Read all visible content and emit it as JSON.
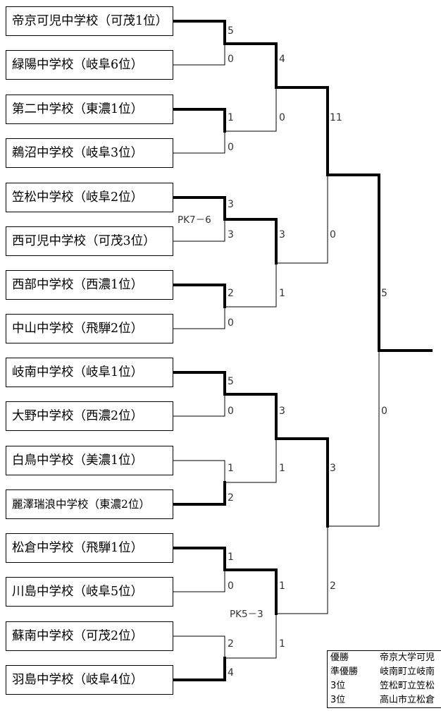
{
  "teams": [
    "帝京可児中学校（可茂1位）",
    "緑陽中学校（岐阜6位）",
    "第二中学校（東濃1位）",
    "鵜沼中学校（岐阜3位）",
    "笠松中学校（岐阜2位）",
    "西可児中学校（可茂3位）",
    "西部中学校（西濃1位）",
    "中山中学校（飛騨2位）",
    "岐南中学校（岐阜1位）",
    "大野中学校（西濃2位）",
    "白鳥中学校（美濃1位）",
    "麗澤瑞浪中学校（東濃2位）",
    "松倉中学校（飛騨1位）",
    "川島中学校（岐阜5位）",
    "蘇南中学校（可茂2位）",
    "羽島中学校（岐阜4位）"
  ],
  "round1_scores": [
    {
      "top": "5",
      "bottom": "0"
    },
    {
      "top": "1",
      "bottom": "0"
    },
    {
      "top": "3",
      "bottom": "3",
      "pk": "PK7－6"
    },
    {
      "top": "2",
      "bottom": "0"
    },
    {
      "top": "5",
      "bottom": "0"
    },
    {
      "top": "1",
      "bottom": "2"
    },
    {
      "top": "1",
      "bottom": "0"
    },
    {
      "top": "2",
      "bottom": "4"
    }
  ],
  "round2_scores": [
    {
      "top": "4",
      "bottom": "0"
    },
    {
      "top": "3",
      "bottom": "1"
    },
    {
      "top": "3",
      "bottom": "1"
    },
    {
      "top": "1",
      "bottom": "1",
      "pk": "PK5－3"
    }
  ],
  "semifinal_scores": [
    {
      "top": "11",
      "bottom": "0"
    },
    {
      "top": "3",
      "bottom": "2"
    }
  ],
  "final_scores": {
    "top": "5",
    "bottom": "0"
  },
  "results": [
    {
      "label": "優勝",
      "value": "帝京大学可児"
    },
    {
      "label": "準優勝",
      "value": "岐南町立岐南"
    },
    {
      "label": "3位",
      "value": "笠松町立笠松"
    },
    {
      "label": "3位",
      "value": "高山市立松倉"
    }
  ]
}
